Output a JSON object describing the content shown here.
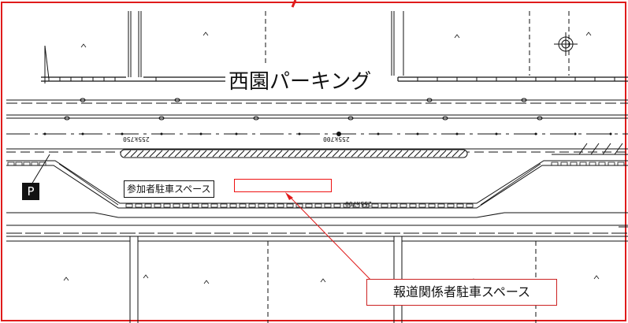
{
  "map": {
    "parking_name": "西園パーキング",
    "participants_parking_label": "参加者駐車スペース",
    "press_parking_label": "報道関係者駐車スペース",
    "parking_mark": "P",
    "km_markers": [
      "255k750",
      "255k700",
      "255k700"
    ],
    "colors": {
      "frame": "#e01b1b",
      "annotation": "#e01b1b",
      "lines": "#111111"
    }
  }
}
